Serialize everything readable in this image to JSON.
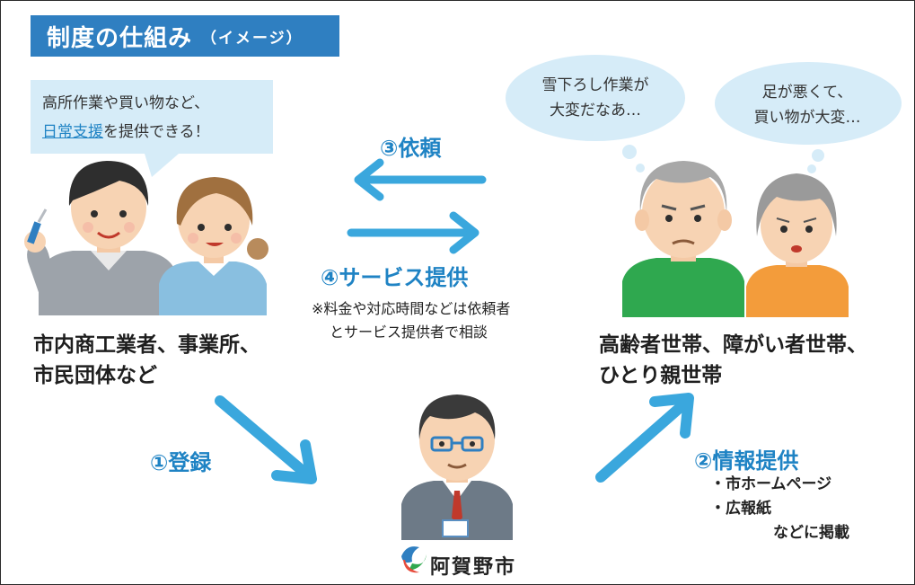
{
  "title": {
    "main": "制度の仕組み",
    "sub": "（イメージ）"
  },
  "providers": {
    "bubble_line1": "高所作業や買い物など、",
    "bubble_line2_highlight": "日常支援",
    "bubble_line2_rest": "を提供できる！",
    "label_line1": "市内商工業者、事業所、",
    "label_line2": "市民団体など"
  },
  "seniors": {
    "thought1_line1": "雪下ろし作業が",
    "thought1_line2": "大変だなあ…",
    "thought2_line1": "足が悪くて、",
    "thought2_line2": "買い物が大変…",
    "label_line1": "高齢者世帯、障がい者世帯、",
    "label_line2": "ひとり親世帯"
  },
  "steps": {
    "request": "③依頼",
    "service": "④サービス提供",
    "service_note_line1": "※料金や対応時間などは依頼者",
    "service_note_line2": "とサービス提供者で相談",
    "register": "①登録",
    "info": "②情報提供",
    "info_items": [
      "・市ホームページ",
      "・広報紙"
    ],
    "info_footer": "などに掲載"
  },
  "city": {
    "name": "阿賀野市"
  },
  "colors": {
    "accent_blue": "#2f7fc1",
    "arrow_blue": "#3aa7dd",
    "bubble_blue": "#d6ecf8",
    "text_blue": "#1f83c4"
  }
}
